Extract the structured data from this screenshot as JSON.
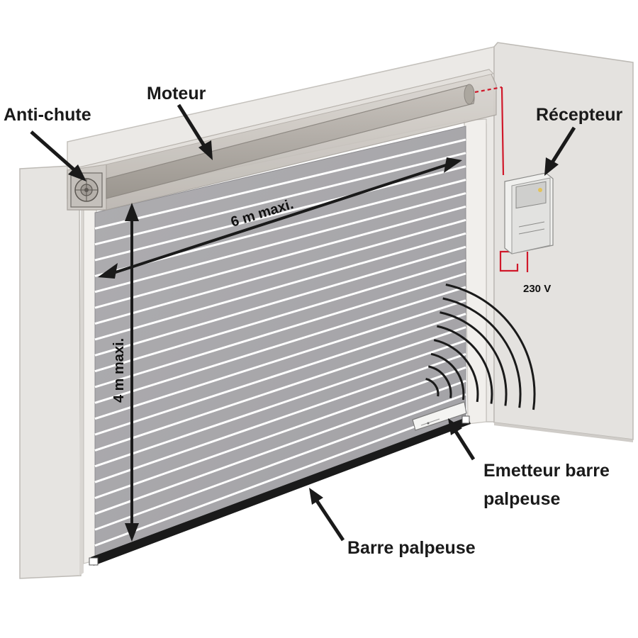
{
  "labels": {
    "anti_chute": "Anti-chute",
    "moteur": "Moteur",
    "recepteur": "Récepteur",
    "width_dimension": "6 m maxi.",
    "height_dimension": "4 m maxi.",
    "voltage": "230 V",
    "emetteur_line1": "Emetteur barre",
    "emetteur_line2": "palpeuse",
    "barre_palpeuse": "Barre palpeuse"
  },
  "colors": {
    "wall": "#e8e6e3",
    "wall_edge": "#bdbab5",
    "door_slats": "#a9a8ab",
    "slat_lines": "#ffffff",
    "housing": "#cfcbc6",
    "motor_tube": "#b9b4ae",
    "bottom_bar": "#1a1a1a",
    "wire": "#d0182a",
    "receiver_box": "#f2f2f0",
    "arrow": "#1a1a1a"
  },
  "icons": {
    "anti_fall_device": "gear-icon",
    "radio_signal": "wireless-signal-icon",
    "receiver": "receiver-box-icon",
    "emitter": "transmitter-icon"
  }
}
